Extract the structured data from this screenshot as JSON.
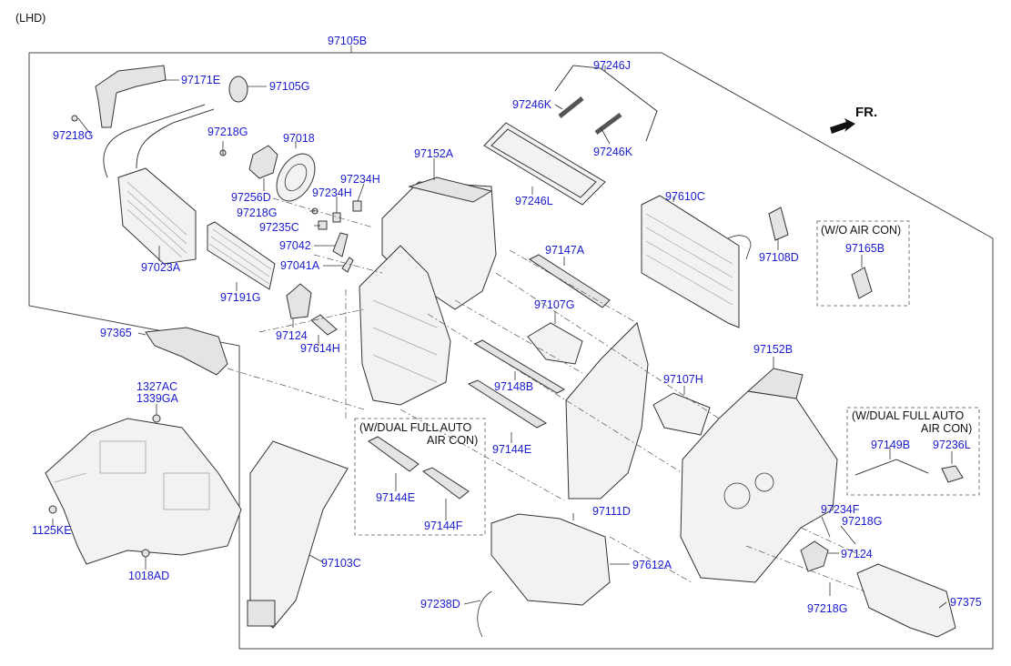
{
  "header": {
    "variant": "(LHD)"
  },
  "orientation": {
    "arrow_label": "FR."
  },
  "boxes": {
    "wo_air_con": {
      "title": "(W/O AIR CON)"
    },
    "dual_full_auto_left": {
      "title_line1": "(W/DUAL FULL AUTO",
      "title_line2": "AIR CON)"
    },
    "dual_full_auto_right": {
      "title_line1": "(W/DUAL FULL AUTO",
      "title_line2": "AIR CON)"
    }
  },
  "parts": {
    "p97105B": "97105B",
    "p97171E": "97171E",
    "p97105G": "97105G",
    "p97218G_a": "97218G",
    "p97218G_b": "97218G",
    "p97018": "97018",
    "p97256D": "97256D",
    "p97234H_a": "97234H",
    "p97234H_b": "97234H",
    "p97218G_c": "97218G",
    "p97235C": "97235C",
    "p97152A": "97152A",
    "p97023A": "97023A",
    "p97191G": "97191G",
    "p97042": "97042",
    "p97041A": "97041A",
    "p97124_a": "97124",
    "p97614H": "97614H",
    "p97246J": "97246J",
    "p97246K_a": "97246K",
    "p97246K_b": "97246K",
    "p97246L": "97246L",
    "p97610C": "97610C",
    "p97108D": "97108D",
    "p97165B": "97165B",
    "p97147A": "97147A",
    "p97107G": "97107G",
    "p97148B": "97148B",
    "p97144E_a": "97144E",
    "p97144E_b": "97144E",
    "p97144F": "97144F",
    "p97107H": "97107H",
    "p97152B": "97152B",
    "p97149B": "97149B",
    "p97236L": "97236L",
    "p97365": "97365",
    "p1327AC": "1327AC",
    "p1339GA": "1339GA",
    "p1125KE": "1125KE",
    "p1018AD": "1018AD",
    "p97103C": "97103C",
    "p97111D": "97111D",
    "p97612A": "97612A",
    "p97238D": "97238D",
    "p97234F": "97234F",
    "p97218G_d": "97218G",
    "p97124_b": "97124",
    "p97218G_e": "97218G",
    "p97375": "97375"
  },
  "colors": {
    "link": "#1a1ad0",
    "text": "#111111",
    "line": "#333333"
  }
}
